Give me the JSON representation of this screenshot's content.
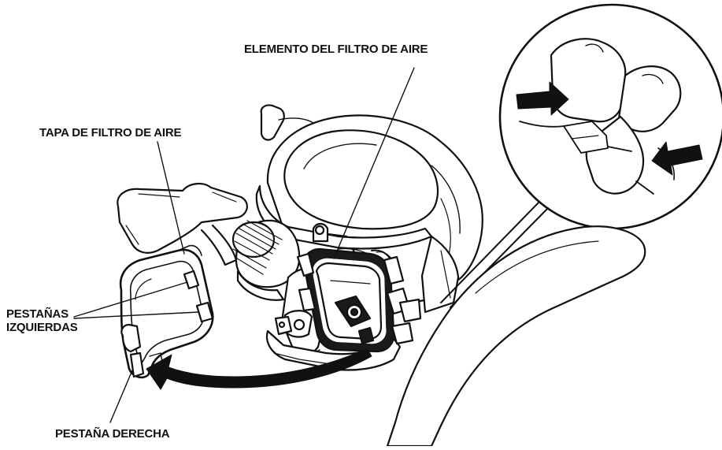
{
  "labels": {
    "air_filter_element": "ELEMENTO DEL FILTRO DE AIRE",
    "air_filter_cover": "TAPA DE FILTRO DE AIRE",
    "left_tabs_line1": "PESTAÑAS",
    "left_tabs_line2": "IZQUIERDAS",
    "right_tab": "PESTAÑA DERECHA"
  },
  "colors": {
    "ink": "#111111",
    "paper": "#ffffff"
  }
}
